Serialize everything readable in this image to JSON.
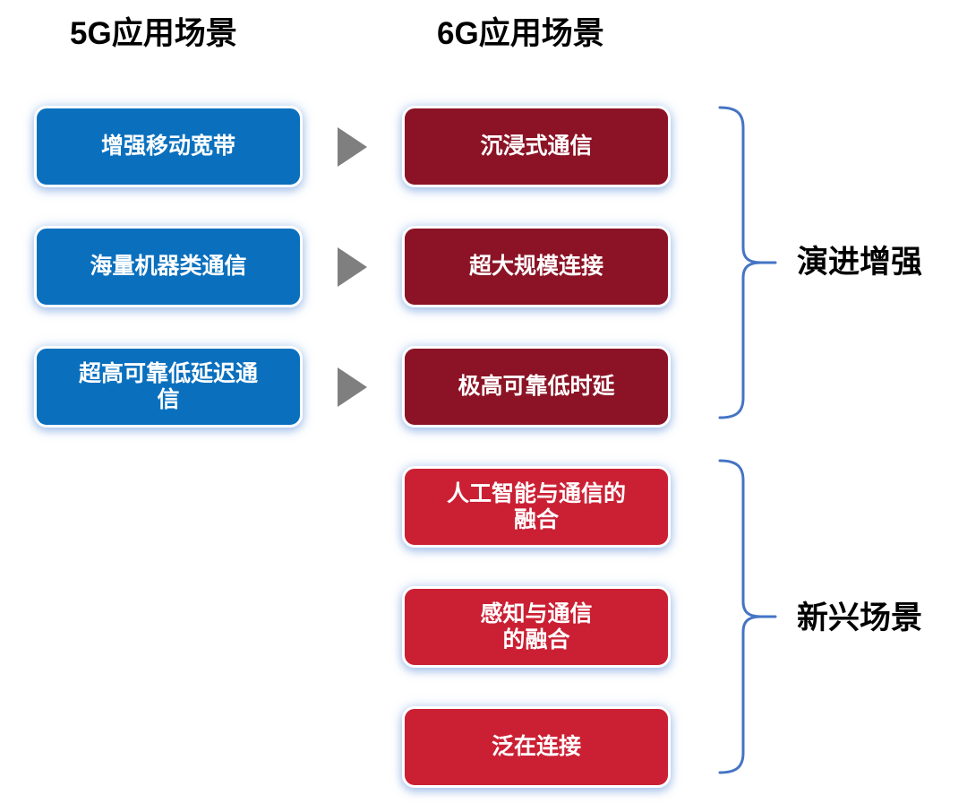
{
  "diagram": {
    "title_5g": "5G应用场景",
    "title_6g": "6G应用场景",
    "colors": {
      "blue": "#0A70BE",
      "dark_red": "#8B1325",
      "bright_red": "#CB2034",
      "arrow_gray": "#7F7F7F",
      "bracket_blue": "#4574C4",
      "text_white": "#FFFFFF",
      "text_black": "#000000",
      "background": "#FFFFFF"
    },
    "scenarios_5g": [
      {
        "label": "增强移动宽带",
        "lines": [
          "增强移动宽带"
        ]
      },
      {
        "label": "海量机器类通信",
        "lines": [
          "海量机器类通信"
        ]
      },
      {
        "label": "超高可靠低延迟通信",
        "lines": [
          "超高可靠低延迟通",
          "信"
        ]
      }
    ],
    "scenarios_6g": [
      {
        "label": "沉浸式通信",
        "lines": [
          "沉浸式通信"
        ],
        "group": "演进增强"
      },
      {
        "label": "超大规模连接",
        "lines": [
          "超大规模连接"
        ],
        "group": "演进增强"
      },
      {
        "label": "极高可靠低时延",
        "lines": [
          "极高可靠低时延"
        ],
        "group": "演进增强"
      },
      {
        "label": "人工智能与通信的融合",
        "lines": [
          "人工智能与通信的",
          "融合"
        ],
        "group": "新兴场景"
      },
      {
        "label": "感知与通信的融合",
        "lines": [
          "感知与通信",
          "的融合"
        ],
        "group": "新兴场景"
      },
      {
        "label": "泛在连接",
        "lines": [
          "泛在连接"
        ],
        "group": "新兴场景"
      }
    ],
    "groups": [
      {
        "name": "演进增强",
        "member_count": 3
      },
      {
        "name": "新兴场景",
        "member_count": 3
      }
    ],
    "arrows": [
      {
        "from": "增强移动宽带",
        "to": "沉浸式通信"
      },
      {
        "from": "海量机器类通信",
        "to": "超大规模连接"
      },
      {
        "from": "超高可靠低延迟通信",
        "to": "极高可靠低时延"
      }
    ]
  }
}
